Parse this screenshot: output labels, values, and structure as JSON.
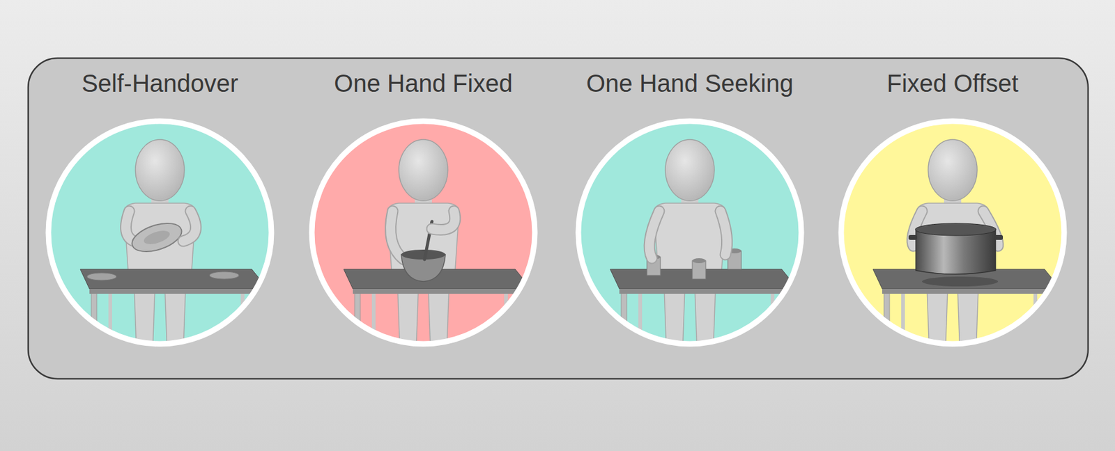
{
  "diagram": {
    "nodes": [
      {
        "text": [
          "Self-Handover"
        ]
      },
      {
        "text": [
          "One Hand Fixed"
        ]
      },
      {
        "text": [
          "One Hand Seeking"
        ]
      },
      {
        "text": [
          "Fixed Offset"
        ]
      }
    ]
  }
}
